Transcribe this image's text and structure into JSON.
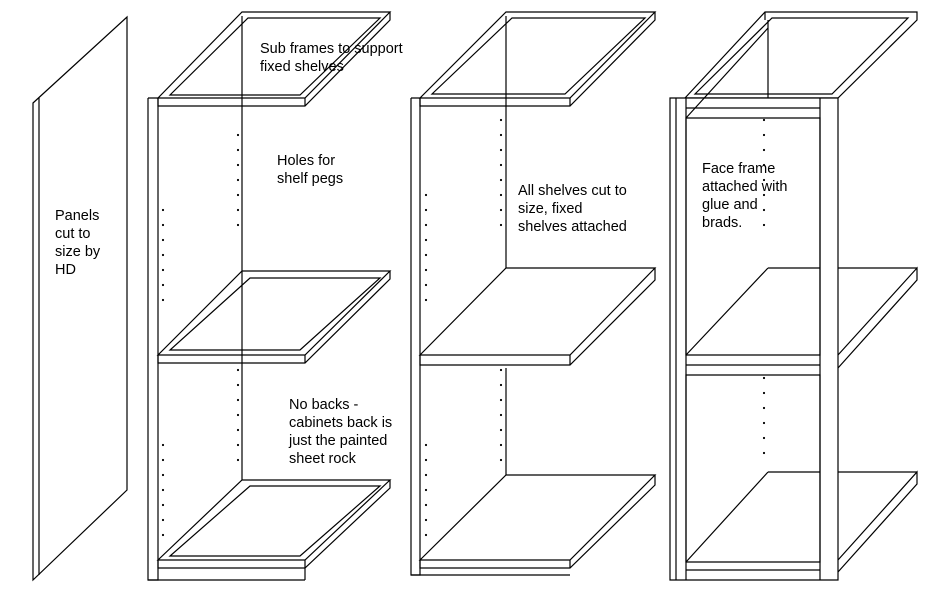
{
  "labels": {
    "panels": "Panels\ncut to\nsize by\nHD",
    "sub_frames": "Sub frames to support\nfixed shelves",
    "holes": "Holes for\nshelf pegs",
    "no_backs": "No backs -\ncabinets back is\njust the painted\nsheet rock",
    "all_shelves": "All shelves cut to\nsize, fixed\nshelves attached",
    "face_frame": "Face frame\nattached with\nglue and\nbrads."
  },
  "colors": {
    "line": "#000000",
    "background": "#ffffff"
  }
}
